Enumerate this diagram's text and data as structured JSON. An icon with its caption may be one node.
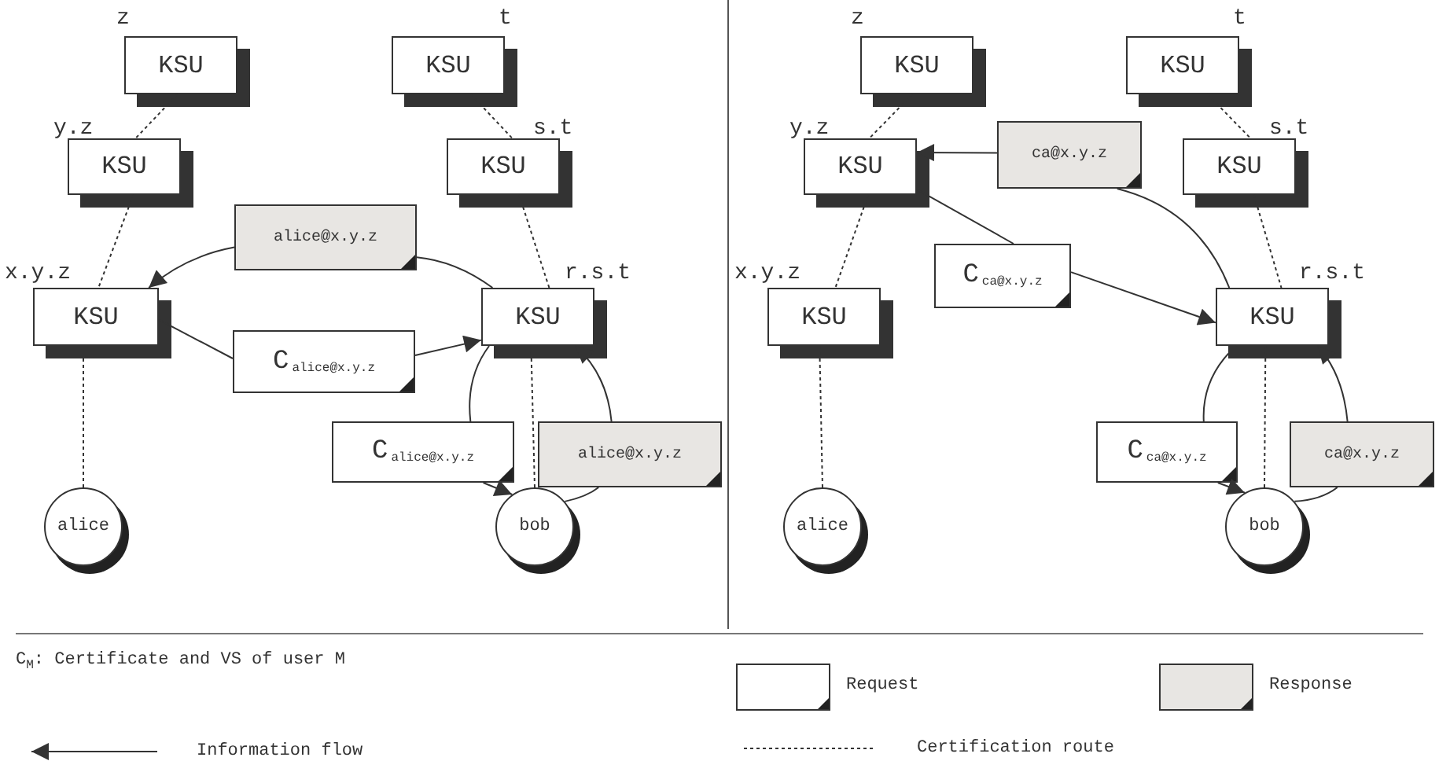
{
  "diagram": {
    "nodes": [
      {
        "text": [
          "KSU"
        ],
        "beside": [
          "z"
        ]
      },
      {
        "text": [
          "KSU"
        ],
        "beside": [
          "t"
        ]
      },
      {
        "text": [
          "KSU"
        ],
        "beside": [
          "y.z"
        ]
      },
      {
        "text": [
          "KSU"
        ],
        "beside": [
          "s.t"
        ]
      },
      {
        "text": [
          "KSU"
        ],
        "beside": [
          "x.y.z"
        ]
      },
      {
        "text": [
          "KSU"
        ],
        "beside": [
          "r.s.t"
        ]
      },
      {
        "text": [
          "alice@x.y.z"
        ]
      },
      {
        "text": [
          "C$_{alice@x.y.z}$"
        ]
      },
      {
        "text": [
          "C$_{alice@x.y.z}$"
        ]
      },
      {
        "text": [
          "alice@x.y.z"
        ]
      },
      {
        "text": [
          "alice"
        ]
      },
      {
        "text": [
          "bob"
        ]
      },
      {
        "text": [
          "KSU"
        ],
        "beside": [
          "z"
        ]
      },
      {
        "text": [
          "KSU"
        ],
        "beside": [
          "t"
        ]
      },
      {
        "text": [
          "KSU"
        ],
        "beside": [
          "y.z"
        ]
      },
      {
        "text": [
          "KSU"
        ],
        "beside": [
          "s.t"
        ]
      },
      {
        "text": [
          "ca@x.y.z"
        ]
      },
      {
        "text": [
          "KSU"
        ],
        "beside": [
          "x.y.z"
        ]
      },
      {
        "text": [
          "C$_{ca@x.y.z}$"
        ]
      },
      {
        "text": [
          "KSU"
        ],
        "beside": [
          "r.s.t"
        ]
      },
      {
        "text": [
          "C$_{ca@x.y.z}$"
        ]
      },
      {
        "text": [
          "ca@x.y.z"
        ]
      },
      {
        "text": [
          "alice"
        ]
      },
      {
        "text": [
          "bob"
        ]
      }
    ],
    "edges": [
      {
        "from": 0,
        "to": 2,
        "arrow": "none",
        "style": "dashed"
      },
      {
        "from": 1,
        "to": 3,
        "arrow": "none",
        "style": "dashed"
      },
      {
        "from": 2,
        "to": 4,
        "arrow": "none",
        "style": "dashed"
      },
      {
        "from": 3,
        "to": 5,
        "arrow": "none",
        "style": "dashed"
      },
      {
        "from": 4,
        "to": 10,
        "arrow": "none",
        "style": "dashed"
      },
      {
        "from": 5,
        "to": 11,
        "arrow": "none",
        "style": "dashed"
      },
      {
        "from": 5,
        "to": 6,
        "arrow": "none"
      },
      {
        "from": 6,
        "to": 4,
        "arrow": "to"
      },
      {
        "from": 4,
        "to": 7,
        "arrow": "none"
      },
      {
        "from": 7,
        "to": 5,
        "arrow": "to"
      },
      {
        "from": 5,
        "to": 8,
        "arrow": "none"
      },
      {
        "from": 8,
        "to": 11,
        "arrow": "to"
      },
      {
        "from": 11,
        "to": 9,
        "arrow": "none"
      },
      {
        "from": 9,
        "to": 5,
        "arrow": "to"
      },
      {
        "from": 12,
        "to": 14,
        "arrow": "none",
        "style": "dashed"
      },
      {
        "from": 13,
        "to": 15,
        "arrow": "none",
        "style": "dashed"
      },
      {
        "from": 14,
        "to": 17,
        "arrow": "none",
        "style": "dashed"
      },
      {
        "from": 15,
        "to": 19,
        "arrow": "none",
        "style": "dashed"
      },
      {
        "from": 17,
        "to": 22,
        "arrow": "none",
        "style": "dashed"
      },
      {
        "from": 19,
        "to": 23,
        "arrow": "none",
        "style": "dashed"
      },
      {
        "from": 19,
        "to": 16,
        "arrow": "none"
      },
      {
        "from": 16,
        "to": 14,
        "arrow": "to"
      },
      {
        "from": 14,
        "to": 18,
        "arrow": "none"
      },
      {
        "from": 18,
        "to": 19,
        "arrow": "to"
      },
      {
        "from": 19,
        "to": 20,
        "arrow": "none"
      },
      {
        "from": 20,
        "to": 23,
        "arrow": "to"
      },
      {
        "from": 23,
        "to": 21,
        "arrow": "none"
      },
      {
        "from": 21,
        "to": 19,
        "arrow": "to"
      }
    ],
    "labels": [
      "C$_{M}$: Certificate and VS of user M"
    ],
    "legend": [
      {
        "text": "Request",
        "color": "#ffffff"
      },
      {
        "text": "Response",
        "color": "#e8e6e3"
      },
      {
        "text": "Information flow"
      },
      {
        "text": "Certification route"
      }
    ]
  }
}
